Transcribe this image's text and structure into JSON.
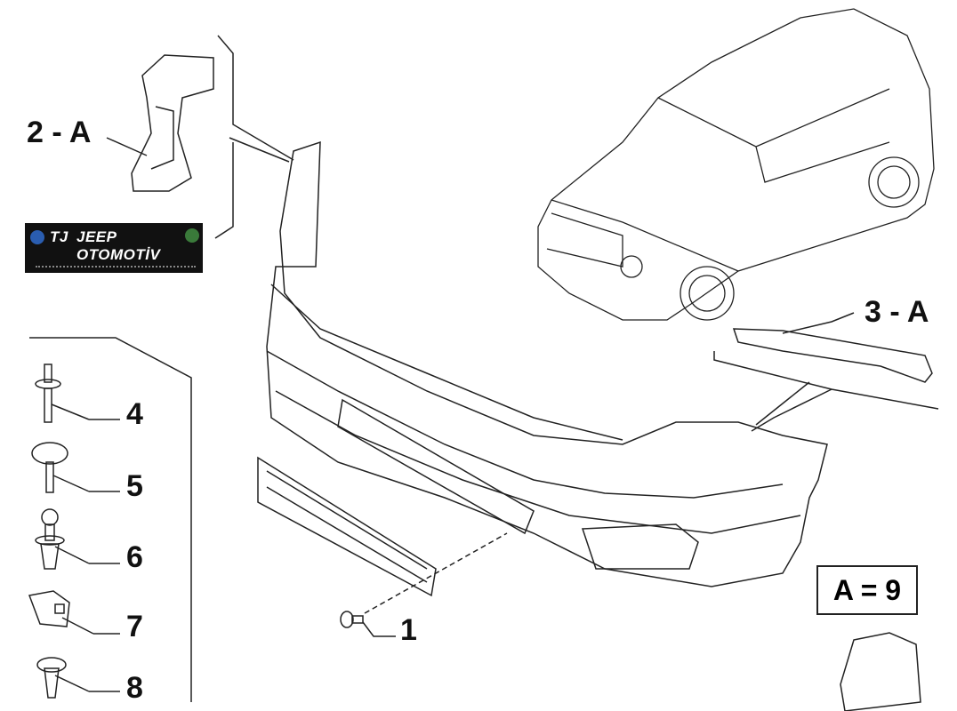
{
  "callouts": {
    "part_2a": "2 - A",
    "part_3a": "3 - A",
    "part_1": "1",
    "part_4": "4",
    "part_5": "5",
    "part_6": "6",
    "part_7": "7",
    "part_8": "8"
  },
  "legend_box": "A = 9",
  "logo": {
    "text": "JEEP OTOMOTİV",
    "initials": "TJ"
  },
  "colors": {
    "line": "#222222",
    "logo_bg": "#111111"
  }
}
